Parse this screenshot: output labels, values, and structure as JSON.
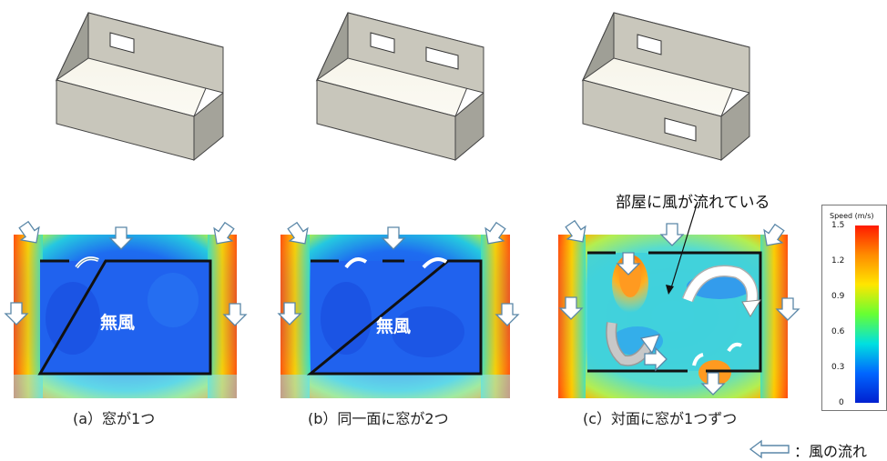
{
  "panels": [
    {
      "caption": "(a）窓が1つ",
      "label": "無風"
    },
    {
      "caption": "(b）同一面に窓が2つ",
      "label": "無風"
    },
    {
      "caption": "(c）対面に窓が1つずつ",
      "annotation": "部屋に風が流れている"
    }
  ],
  "colorbar": {
    "title": "Speed (m/s)",
    "ticks": [
      "1.5",
      "1.2",
      "0.9",
      "0.6",
      "0.3",
      "0"
    ],
    "colors": [
      "#ff1a00",
      "#ff8c00",
      "#ffe600",
      "#66ff33",
      "#00e0e0",
      "#0066ff",
      "#0020d0"
    ]
  },
  "legend": {
    "text": "：風の流れ"
  },
  "icons": [
    "room-box-icon",
    "wind-arrow-icon",
    "flow-curve-arrow-icon"
  ]
}
